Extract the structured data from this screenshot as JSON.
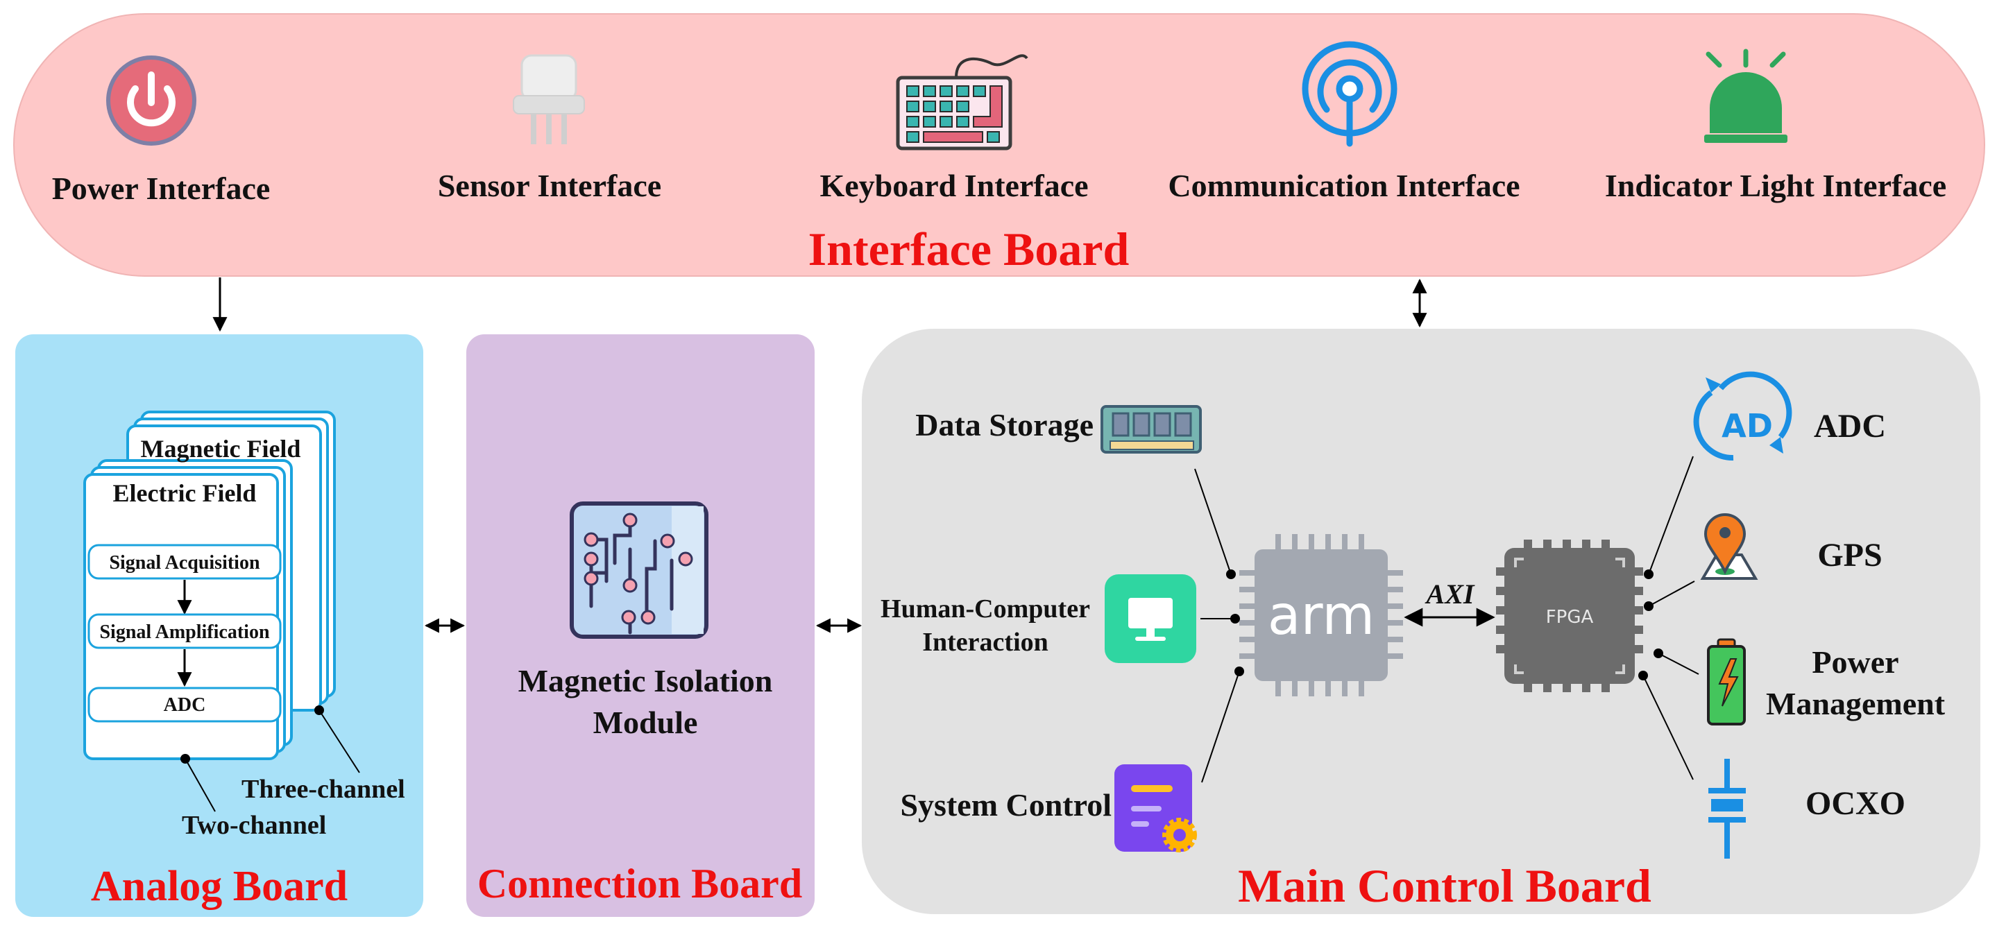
{
  "colors": {
    "interface_board": "#fec8c8",
    "analog_board": "#a8e1f8",
    "connection_board": "#d8c0e2",
    "main_board": "#e2e2e2",
    "title_red": "#ee1111",
    "channel_stroke": "#1ba3de",
    "chip_gray": "#a3a8b1",
    "fpga_gray": "#6c6c6c"
  },
  "interface_board": {
    "title": "Interface Board",
    "items": [
      {
        "label": "Power Interface",
        "icon": "power-button-icon"
      },
      {
        "label": "Sensor Interface",
        "icon": "sensor-icon"
      },
      {
        "label": "Keyboard Interface",
        "icon": "keyboard-icon"
      },
      {
        "label": "Communication Interface",
        "icon": "antenna-icon"
      },
      {
        "label": "Indicator Light Interface",
        "icon": "indicator-light-icon"
      }
    ]
  },
  "analog_board": {
    "title": "Analog Board",
    "magnetic_field": "Magnetic Field",
    "electric_field": "Electric Field",
    "steps": [
      "Signal Acquisition",
      "Signal Amplification",
      "ADC"
    ],
    "three_channel": "Three-channel",
    "two_channel": "Two-channel"
  },
  "connection_board": {
    "title": "Connection Board",
    "module_line1": "Magnetic Isolation",
    "module_line2": "Module",
    "icon": "circuit-board-icon"
  },
  "main_board": {
    "title": "Main Control Board",
    "data_storage": "Data Storage",
    "hci_line1": "Human-Computer",
    "hci_line2": "Interaction",
    "system_control": "System Control",
    "arm_label": "arm",
    "fpga_label": "FPGA",
    "axi_label": "AXI",
    "adc": "ADC",
    "adc_icon_text": "AD",
    "gps": "GPS",
    "power_line1": "Power",
    "power_line2": "Management",
    "ocxo": "OCXO"
  }
}
